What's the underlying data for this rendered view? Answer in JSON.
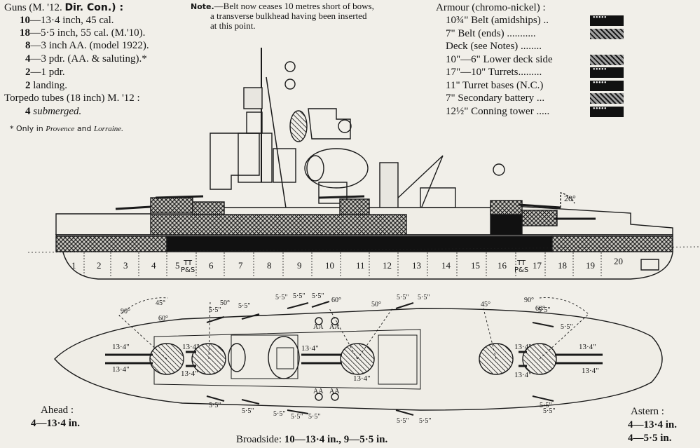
{
  "guns": {
    "heading": "Guns (M. '12.",
    "dircon": "Dir. Con.) :",
    "lines": [
      {
        "count": "10",
        "desc": "—13·4 inch, 45 cal."
      },
      {
        "count": "18",
        "desc": "—5·5 inch, 55 cal. (M.'10)."
      },
      {
        "count": "8",
        "desc": "—3 inch AA. (model 1922)."
      },
      {
        "count": "4",
        "desc": "—3 pdr. (AA. & saluting).*"
      },
      {
        "count": "2",
        "desc": "—1 pdr."
      },
      {
        "count": "2",
        "desc": " landing."
      }
    ],
    "torpedo_heading": "Torpedo tubes (18 inch) M. '12 :",
    "torpedo_count": "4",
    "torpedo_desc": "submerged.",
    "footnote_prefix": "* Only in",
    "footnote_ship1": "Provence",
    "footnote_and": "and",
    "footnote_ship2": "Lorraine."
  },
  "note": {
    "label": "Note.",
    "line1": "—Belt now ceases 10 metres short of bows,",
    "line2": "a transverse bulkhead having been inserted",
    "line3": "at this point."
  },
  "armour": {
    "heading": "Armour (chromo-nickel) :",
    "rows": [
      {
        "label": "10¾\" Belt (amidships) ..",
        "pattern": "black"
      },
      {
        "label": "7\" Belt (ends) ...........",
        "pattern": "hatch"
      },
      {
        "label": "Deck (see Notes) ........",
        "pattern": "none"
      },
      {
        "label": "10\"—6\" Lower deck side",
        "pattern": "hatch"
      },
      {
        "label": "17\"—10\" Turrets.........",
        "pattern": "black"
      },
      {
        "label": "11\" Turret bases (N.C.)",
        "pattern": "black"
      },
      {
        "label": "7\" Secondary battery ...",
        "pattern": "hatch"
      },
      {
        "label": "12½\" Conning tower .....",
        "pattern": "black"
      }
    ]
  },
  "profile": {
    "elevation": "20°",
    "sections": [
      "1",
      "2",
      "3",
      "4",
      "5",
      "6",
      "7",
      "8",
      "9",
      "10",
      "11",
      "12",
      "13",
      "14",
      "15",
      "16",
      "17",
      "18",
      "19",
      "20"
    ],
    "tt_label": "TT",
    "ps_label": "P&S"
  },
  "plan": {
    "gun_labels": [
      "13·4\"",
      "13·4\"",
      "13·4\"",
      "13·4\"",
      "13·4\"",
      "13·4\"",
      "13·4\"",
      "13·4\"",
      "13·4\"",
      "13·4\""
    ],
    "secondary": "5·5\"",
    "aa": "AA",
    "angles": [
      "90°",
      "45°",
      "50°",
      "60°",
      "60°",
      "50°",
      "45°",
      "90°",
      "60°"
    ]
  },
  "footer": {
    "ahead_label": "Ahead :",
    "ahead_value": "4—13·4 in.",
    "broadside_label": "Broadside:",
    "broadside_value": "10—13·4 in., 9—5·5 in.",
    "astern_label": "Astern :",
    "astern_value1": "4—13·4 in.",
    "astern_value2": "4—5·5 in."
  }
}
